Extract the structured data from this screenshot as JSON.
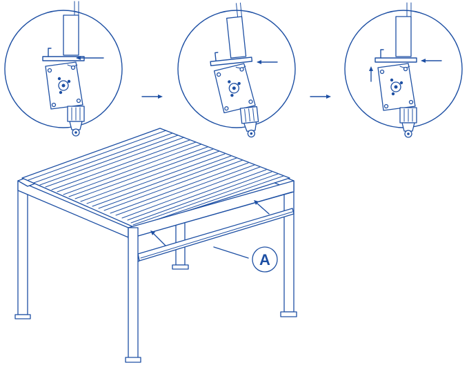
{
  "diagram": {
    "stroke_color": "#1d4fa3",
    "background": "#ffffff",
    "callout_label": "A",
    "detail_steps": 3,
    "louver_count": 22
  }
}
